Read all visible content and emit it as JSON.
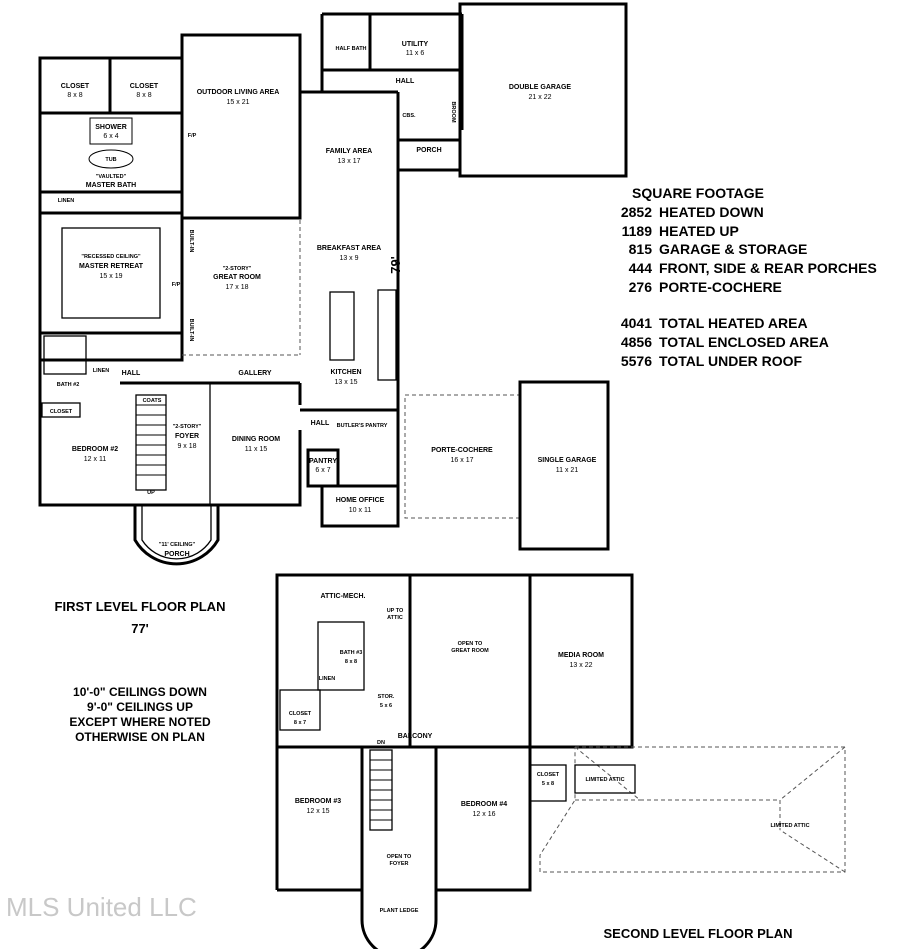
{
  "plan": {
    "first_level_title": "FIRST LEVEL FLOOR PLAN",
    "second_level_title": "SECOND LEVEL FLOOR PLAN",
    "width_dimension": "77'",
    "depth_dimension": "79'",
    "ceiling_note": [
      "10'-0\" CEILINGS DOWN",
      "9'-0\" CEILINGS UP",
      "EXCEPT WHERE NOTED",
      "OTHERWISE ON PLAN"
    ],
    "watermark": "MLS United LLC"
  },
  "square_footage": {
    "title": "SQUARE FOOTAGE",
    "rows": [
      {
        "value": "2852",
        "label": "HEATED DOWN"
      },
      {
        "value": "1189",
        "label": "HEATED UP"
      },
      {
        "value": "815",
        "label": "GARAGE & STORAGE"
      },
      {
        "value": "444",
        "label": "FRONT, SIDE & REAR PORCHES"
      },
      {
        "value": "276",
        "label": "PORTE-COCHERE"
      }
    ],
    "totals": [
      {
        "value": "4041",
        "label": "TOTAL HEATED AREA"
      },
      {
        "value": "4856",
        "label": "TOTAL ENCLOSED AREA"
      },
      {
        "value": "5576",
        "label": "TOTAL UNDER ROOF"
      }
    ]
  },
  "first_floor_rooms": {
    "closet_1": {
      "name": "CLOSET",
      "size": "8 x 8"
    },
    "closet_2": {
      "name": "CLOSET",
      "size": "8 x 8"
    },
    "shower": {
      "name": "SHOWER",
      "size": "6 x 4"
    },
    "tub": {
      "name": "TUB"
    },
    "vaulted": {
      "name": "\"VAULTED\""
    },
    "master_bath": {
      "name": "MASTER BATH"
    },
    "linen_1": {
      "name": "LINEN"
    },
    "master_retreat": {
      "note": "\"RECESSED CEILING\"",
      "name": "MASTER RETREAT",
      "size": "15 x 19"
    },
    "outdoor_living": {
      "name": "OUTDOOR LIVING AREA",
      "size": "15 x 21"
    },
    "fp_1": {
      "name": "F/P"
    },
    "fp_2": {
      "name": "F/P"
    },
    "half_bath": {
      "name": "HALF BATH"
    },
    "utility": {
      "name": "UTILITY",
      "size": "11 x 6"
    },
    "hall_1": {
      "name": "HALL"
    },
    "cbs": {
      "name": "CBS."
    },
    "broom": {
      "name": "BROOM"
    },
    "porch_1": {
      "name": "PORCH"
    },
    "double_garage": {
      "name": "DOUBLE GARAGE",
      "size": "21 x 22"
    },
    "family_area": {
      "name": "FAMILY AREA",
      "size": "13 x 17"
    },
    "breakfast_area": {
      "name": "BREAKFAST AREA",
      "size": "13 x 9"
    },
    "built_in_1": {
      "name": "BUILT-IN"
    },
    "built_in_2": {
      "name": "BUILT-IN"
    },
    "great_room": {
      "note": "\"2-STORY\"",
      "name": "GREAT ROOM",
      "size": "17 x 18"
    },
    "kitchen": {
      "name": "KITCHEN",
      "size": "13 x 15"
    },
    "bath_2": {
      "name": "BATH #2"
    },
    "linen_2": {
      "name": "LINEN"
    },
    "hall_2": {
      "name": "HALL"
    },
    "gallery": {
      "name": "GALLERY"
    },
    "closet_3": {
      "name": "CLOSET"
    },
    "coats": {
      "name": "COATS"
    },
    "bedroom_2": {
      "name": "BEDROOM #2",
      "size": "12 x 11"
    },
    "foyer": {
      "note": "\"2-STORY\"",
      "name": "FOYER",
      "size": "9 x 18"
    },
    "up": {
      "name": "UP"
    },
    "dining_room": {
      "name": "DINING ROOM",
      "size": "11 x 15"
    },
    "hall_3": {
      "name": "HALL"
    },
    "butlers_pantry": {
      "name": "BUTLER'S PANTRY"
    },
    "pantry": {
      "name": "PANTRY",
      "size": "6 x 7"
    },
    "home_office": {
      "name": "HOME OFFICE",
      "size": "10 x 11"
    },
    "porte_cochere": {
      "name": "PORTE-COCHERE",
      "size": "16 x 17"
    },
    "single_garage": {
      "name": "SINGLE GARAGE",
      "size": "11 x 21"
    },
    "porch_2": {
      "note": "\"11' CEILING\"",
      "name": "PORCH"
    }
  },
  "second_floor_rooms": {
    "attic_mech": {
      "name": "ATTIC-MECH."
    },
    "up_to_attic": {
      "line1": "UP TO",
      "line2": "ATTIC"
    },
    "bath_3": {
      "name": "BATH #3",
      "size": "8 x 8"
    },
    "linen": {
      "name": "LINEN"
    },
    "stor": {
      "name": "STOR.",
      "size": "5 x 6"
    },
    "open_great_room": {
      "line1": "OPEN TO",
      "line2": "GREAT ROOM"
    },
    "media_room": {
      "name": "MEDIA ROOM",
      "size": "13 x 22"
    },
    "closet_4": {
      "name": "CLOSET",
      "size": "8 x 7"
    },
    "dn": {
      "name": "DN"
    },
    "balcony": {
      "name": "BALCONY"
    },
    "closet_5": {
      "name": "CLOSET",
      "size": "5 x 8"
    },
    "limited_attic_1": {
      "name": "LIMITED ATTIC"
    },
    "limited_attic_2": {
      "name": "LIMITED ATTIC"
    },
    "bedroom_3": {
      "name": "BEDROOM #3",
      "size": "12 x 15"
    },
    "bedroom_4": {
      "name": "BEDROOM #4",
      "size": "12 x 16"
    },
    "open_foyer": {
      "line1": "OPEN TO",
      "line2": "FOYER"
    },
    "plant_ledge": {
      "name": "PLANT LEDGE"
    }
  }
}
